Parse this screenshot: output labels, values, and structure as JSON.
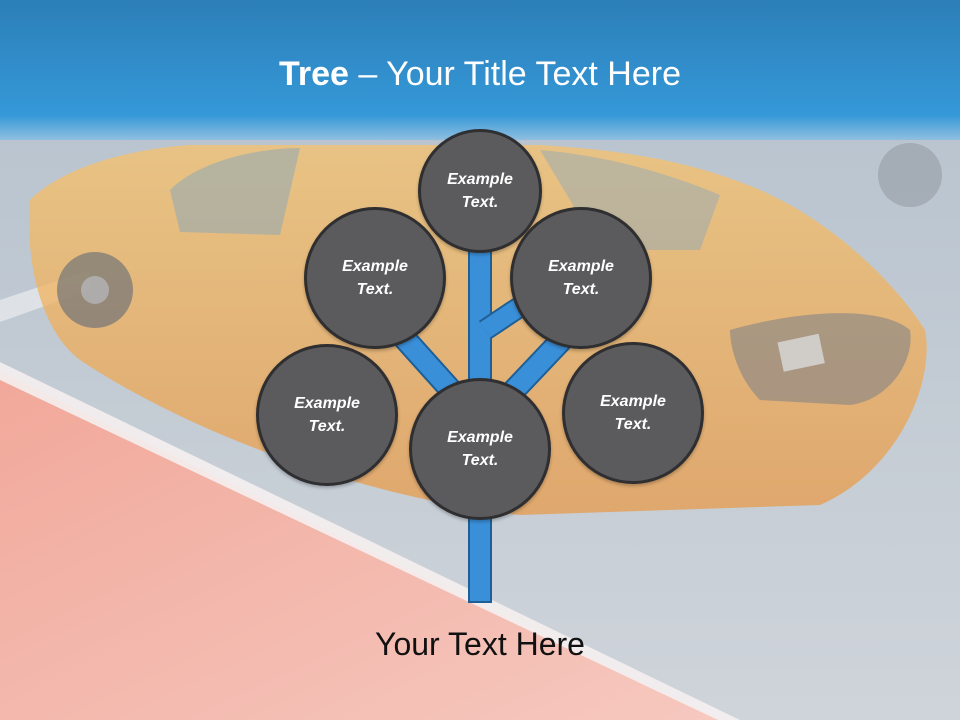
{
  "slide": {
    "title_bold": "Tree",
    "title_rest": " – Your Title Text Here",
    "footer_text": "Your Text Here"
  },
  "diagram": {
    "nodes": [
      {
        "line1": "Example",
        "line2": "Text."
      },
      {
        "line1": "Example",
        "line2": "Text."
      },
      {
        "line1": "Example",
        "line2": "Text."
      },
      {
        "line1": "Example",
        "line2": "Text."
      },
      {
        "line1": "Example",
        "line2": "Text."
      },
      {
        "line1": "Example",
        "line2": "Text."
      }
    ]
  },
  "colors": {
    "header_blue": "#2b8ed6",
    "branch_blue": "#3a8fd9",
    "node_fill": "#5b5b5e",
    "node_border": "#2f2f31"
  }
}
